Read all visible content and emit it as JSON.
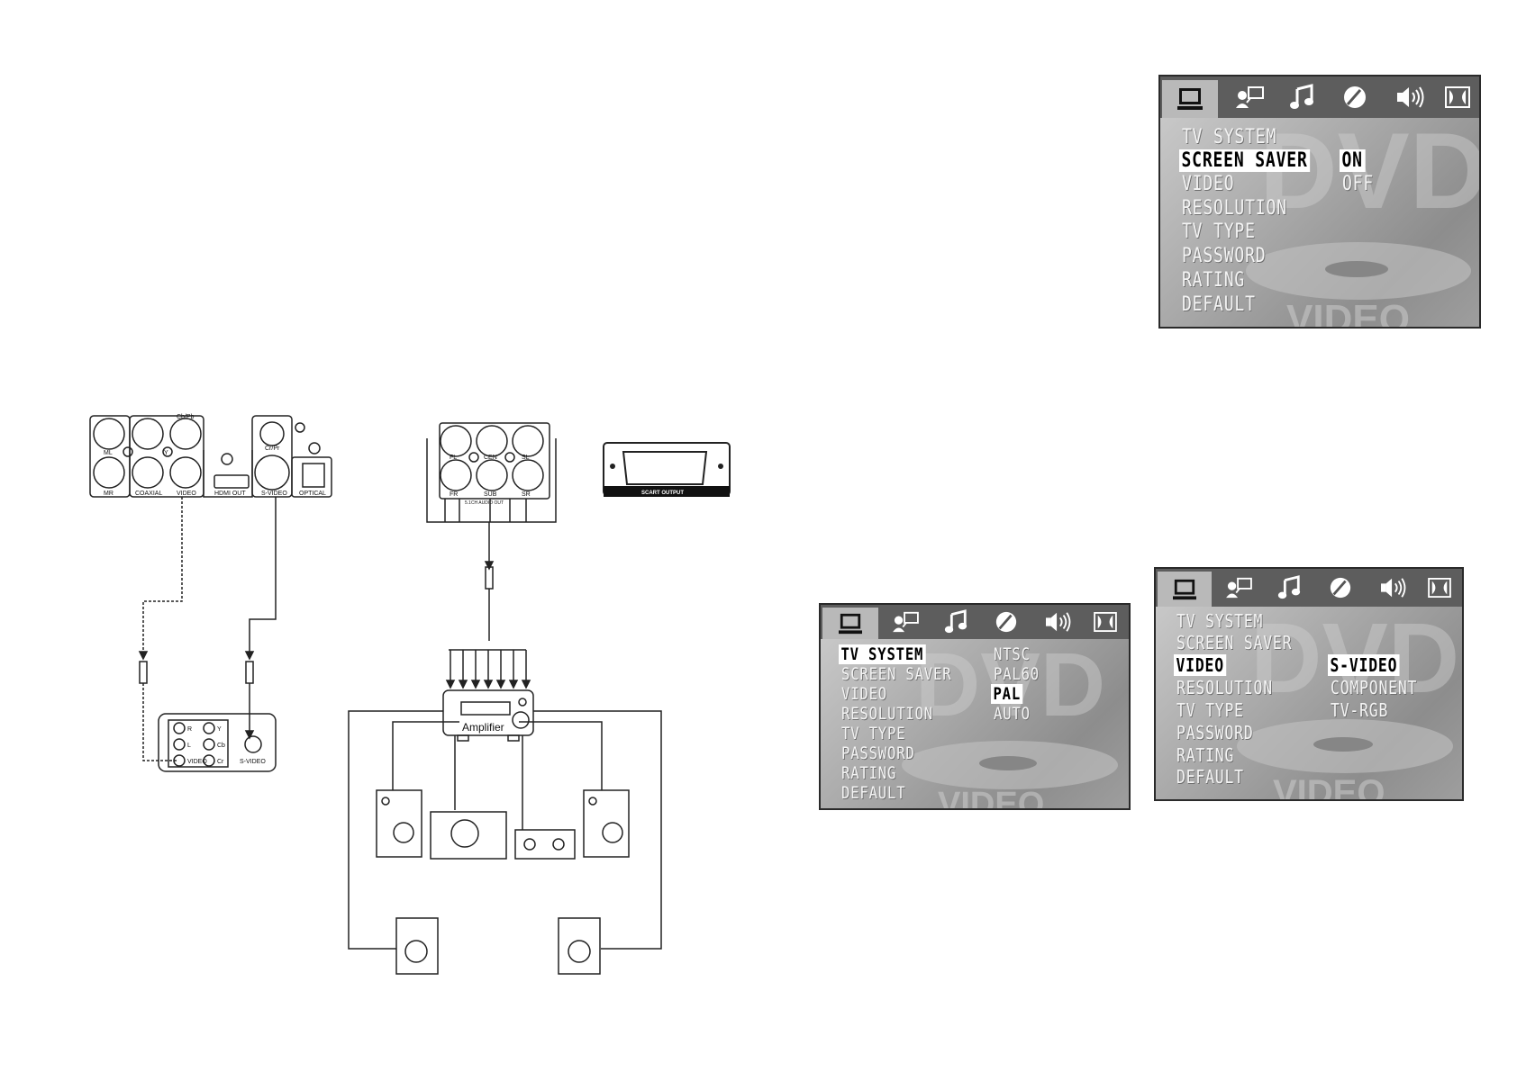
{
  "connection_diagram": {
    "player_back_panel": {
      "labels": [
        "ML",
        "MR",
        "Y",
        "Cb/Pb",
        "Cr/Pr",
        "COAXIAL",
        "VIDEO",
        "HDMI OUT",
        "S-VIDEO",
        "OPTICAL"
      ]
    },
    "tv_panel": {
      "labels": [
        "R",
        "L",
        "VIDEO",
        "Y",
        "Cb",
        "Cr",
        "S-VIDEO"
      ]
    },
    "audio_out_panel": {
      "labels": [
        "FL",
        "CEN",
        "SL",
        "FR",
        "SUB",
        "SR",
        "5.1CH AUDIO OUT"
      ]
    },
    "scart_label": "SCART OUTPUT",
    "amplifier_label": "Amplifier"
  },
  "icons": [
    "tv-icon",
    "speaker-person-icon",
    "music-note-icon",
    "dvd-disc-icon",
    "volume-icon",
    "dolby-icon"
  ],
  "menu_top_right": {
    "items": [
      "TV SYSTEM",
      "SCREEN SAVER",
      "VIDEO",
      "RESOLUTION",
      "TV TYPE",
      "PASSWORD",
      "RATING",
      "DEFAULT"
    ],
    "selected_item": "SCREEN SAVER",
    "options": [
      "ON",
      "OFF"
    ],
    "selected_option": "ON"
  },
  "menu_bottom_left": {
    "items": [
      "TV SYSTEM",
      "SCREEN SAVER",
      "VIDEO",
      "RESOLUTION",
      "TV TYPE",
      "PASSWORD",
      "RATING",
      "DEFAULT"
    ],
    "selected_item": "TV SYSTEM",
    "options": [
      "NTSC",
      "PAL60",
      "PAL",
      "AUTO"
    ],
    "selected_option": "PAL"
  },
  "menu_bottom_right": {
    "items": [
      "TV SYSTEM",
      "SCREEN SAVER",
      "VIDEO",
      "RESOLUTION",
      "TV TYPE",
      "PASSWORD",
      "RATING",
      "DEFAULT"
    ],
    "selected_item": "VIDEO",
    "options": [
      "S-VIDEO",
      "COMPONENT",
      "TV-RGB"
    ],
    "selected_option": "S-VIDEO"
  }
}
